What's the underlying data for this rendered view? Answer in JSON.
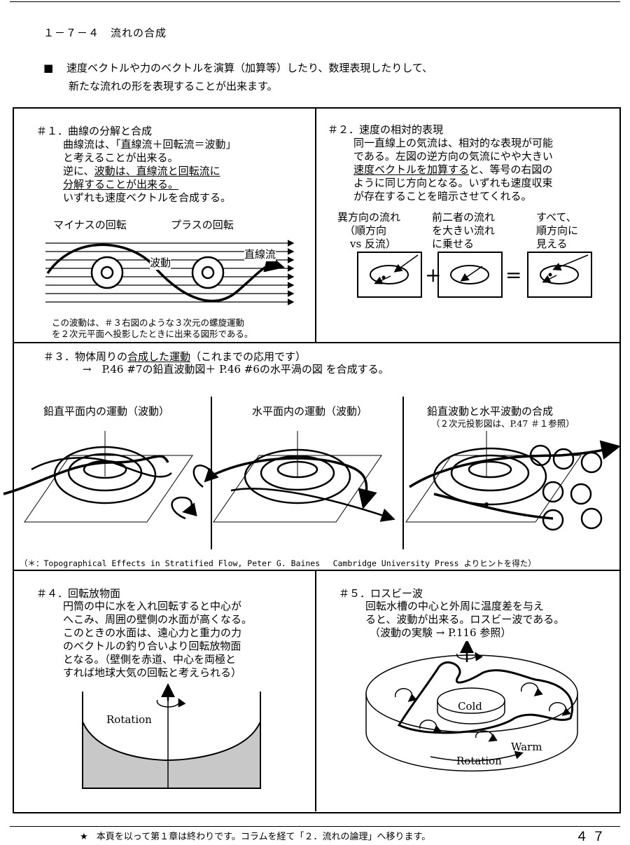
{
  "section_title": "１－７－４　流れの合成",
  "intro": {
    "bullet": "■",
    "line1": "速度ベクトルや力のベクトルを演算（加算等）したり、数理表現したりして、",
    "line2": "新たな流れの形を表現することが出来ます。"
  },
  "panel1": {
    "title": "＃１．曲線の分解と合成",
    "l1": "曲線流は、「直線流＋回転流＝波動」",
    "l2": "と考えることが出来る。",
    "l3a": "逆に、",
    "l3b": "波動は、直線流と回転流に",
    "l4": "分解することが出来る。",
    "l5": "いずれも速度ベクトルを合成する。",
    "label_minus": "マイナスの回転",
    "label_plus": "プラスの回転",
    "label_wave": "波動",
    "label_straight": "直線流",
    "caption1": "この波動は、＃３右図のような３次元の螺旋運動",
    "caption2": "を２次元平面へ投影したときに出来る図形である。"
  },
  "panel2": {
    "title": "＃２．速度の相対的表現",
    "l1": "同一直線上の気流は、相対的な表現が可能",
    "l2": "である。左図の逆方向の気流にやや大きい",
    "l3a": "速度ベクトルを加算する",
    "l3b": "と、等号の右図の",
    "l4": "ように同じ方向となる。いずれも速度収束",
    "l5": "が存在することを暗示させてくれる。",
    "c1": [
      "異方向の流れ",
      "（順方向",
      "vs 反流）"
    ],
    "c2": [
      "前二者の流れ",
      "を大きい流れ",
      "に乗せる"
    ],
    "c3": [
      "すべて、",
      "順方向に",
      "見える"
    ],
    "plus": "+",
    "equals": "="
  },
  "panel3": {
    "title_a": "＃３．物体周りの",
    "title_b": "合成した運動",
    "title_c": "（これまでの応用です）",
    "line2": "→　P.46 #7の鉛直波動図＋ P.46 #6の水平渦の図 を合成する。",
    "sub1": "鉛直平面内の運動（波動）",
    "sub2": "水平面内の運動（波動）",
    "sub3": "鉛直波動と水平波動の合成",
    "sub3b": "（２次元投影図は、P.47 ＃１参照）",
    "footnote": "（＊：Topographical Effects in Stratified Flow, Peter G. Baines　 Cambridge University Press よりヒントを得た）"
  },
  "panel4": {
    "title": "＃４．回転放物面",
    "l1": "円筒の中に水を入れ回転すると中心が",
    "l2": "へこみ、周囲の壁側の水面が高くなる。",
    "l3": "このときの水面は、遠心力と重力の力",
    "l4": "のベクトルの釣り合いより回転放物面",
    "l5": "となる。（壁側を赤道、中心を両極と",
    "l6": "すれば地球大気の回転と考えられる）",
    "rotation": "Rotation"
  },
  "panel5": {
    "title": "＃５．ロスビー波",
    "l1": "回転水槽の中心と外周に温度差を与え",
    "l2": "ると、波動が出来る。ロスビー波である。",
    "l3": "（波動の実験 → P.116 参照）",
    "cold": "Cold",
    "warm": "Warm",
    "rotation": "Rotation"
  },
  "footer": {
    "star": "★",
    "text": "本頁を以って第１章は終わりです。コラムを経て「２．流れの論理」へ移ります。",
    "page_number": "４７"
  }
}
